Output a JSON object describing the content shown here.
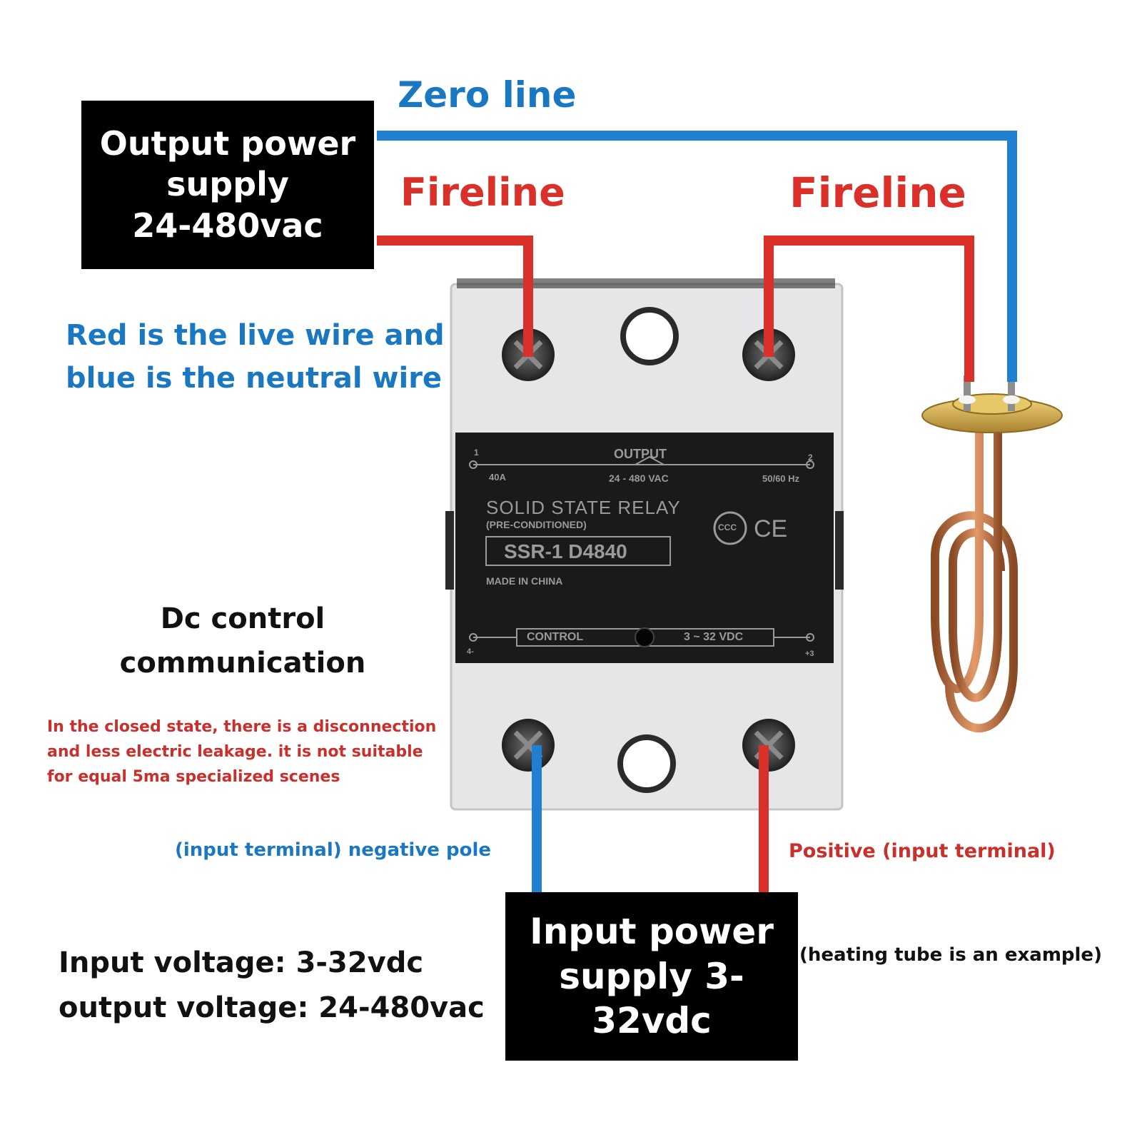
{
  "colors": {
    "live_wire": "#d9302a",
    "neutral_wire": "#1f7fd1",
    "blue_text": "#1a78c2",
    "red_text": "#c9302c",
    "label_box": "#000000"
  },
  "output_supply": {
    "lines": [
      "Output power",
      "supply",
      "24-480vac"
    ]
  },
  "input_supply": {
    "lines": [
      "Input power",
      "supply 3-32vdc"
    ]
  },
  "wire_labels": {
    "zero_line": "Zero line",
    "fireline_left": "Fireline",
    "fireline_right": "Fireline",
    "negative_pole": "(input terminal) negative pole",
    "positive": "Positive (input terminal)"
  },
  "legend": {
    "lines": [
      "Red is the live wire and",
      "blue is the neutral wire"
    ]
  },
  "dc_control": {
    "lines": [
      "Dc control",
      "communication"
    ]
  },
  "note": {
    "lines": [
      "In the closed state, there is a disconnection",
      "and less electric leakage. it is not suitable",
      "for equal 5ma specialized scenes"
    ]
  },
  "specs": {
    "lines": [
      "Input voltage: 3-32vdc",
      "output voltage: 24-480vac"
    ]
  },
  "heater_caption": "(heating tube is an example)",
  "relay": {
    "output_label": "OUTPUT",
    "terminal_1": "1",
    "terminal_2": "2",
    "current": "40A",
    "voltage_ac": "24 - 480 VAC",
    "frequency": "50/60 Hz",
    "title": "SOLID STATE RELAY",
    "subtitle": "(PRE-CONDITIONED)",
    "model": "SSR-1 D4840",
    "origin": "MADE IN CHINA",
    "control_label": "CONTROL",
    "control_voltage": "3 ~ 32 VDC",
    "terminal_4": "4-",
    "terminal_3": "+3",
    "cert_ccc": "CCC",
    "cert_ce": "CE"
  }
}
